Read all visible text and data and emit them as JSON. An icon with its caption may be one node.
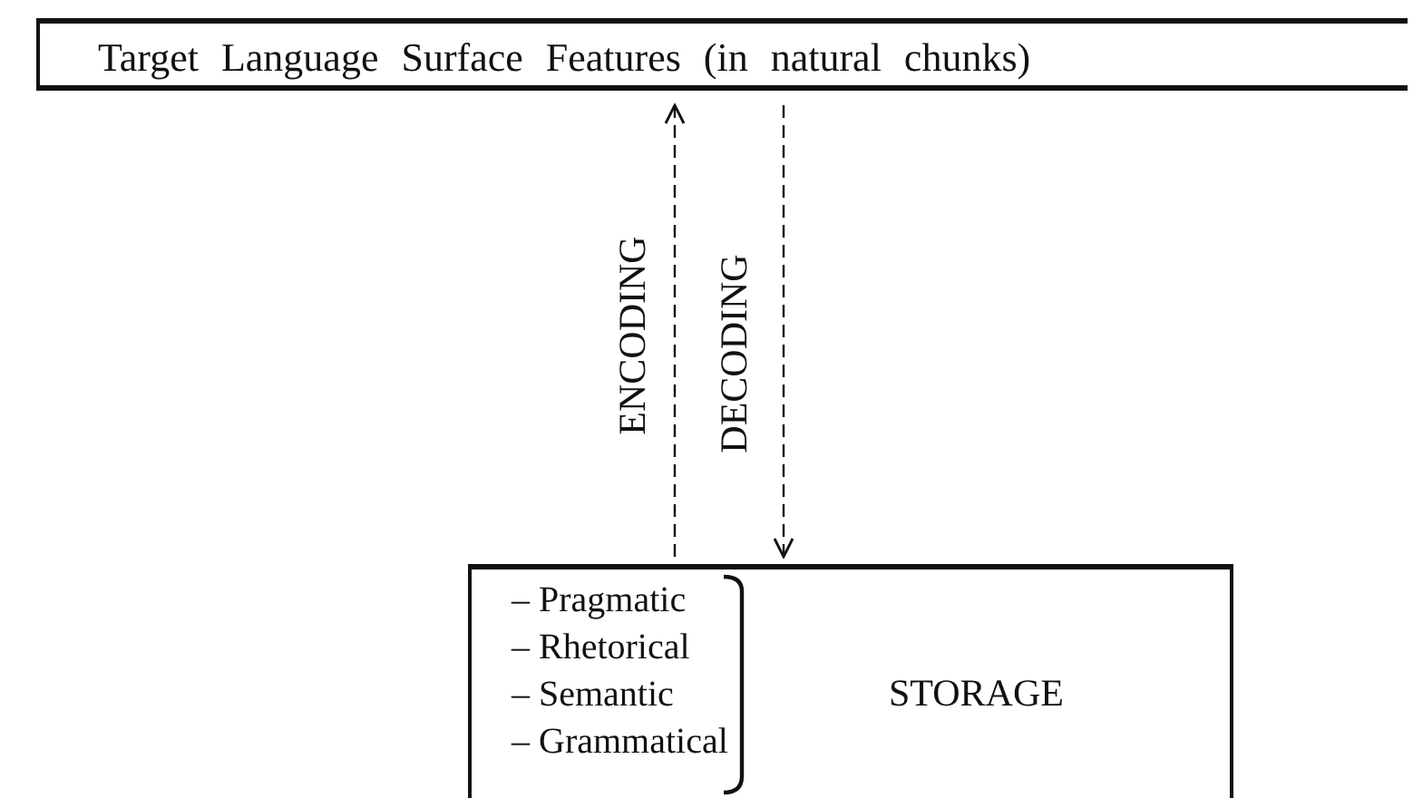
{
  "diagram": {
    "nodes": [
      {
        "text": [
          "Target Language Surface Features (in natural chunks)"
        ]
      },
      {
        "text": [
          "– Pragmatic",
          "– Rhetorical",
          "– Semantic",
          "– Grammatical",
          "STORAGE"
        ]
      }
    ],
    "edges": [
      {
        "from": 1,
        "to": 0,
        "arrow": "to",
        "label": "ENCODING",
        "style": "dashed"
      },
      {
        "from": 0,
        "to": 1,
        "arrow": "to",
        "label": "DECODING",
        "style": "dashed"
      }
    ]
  }
}
